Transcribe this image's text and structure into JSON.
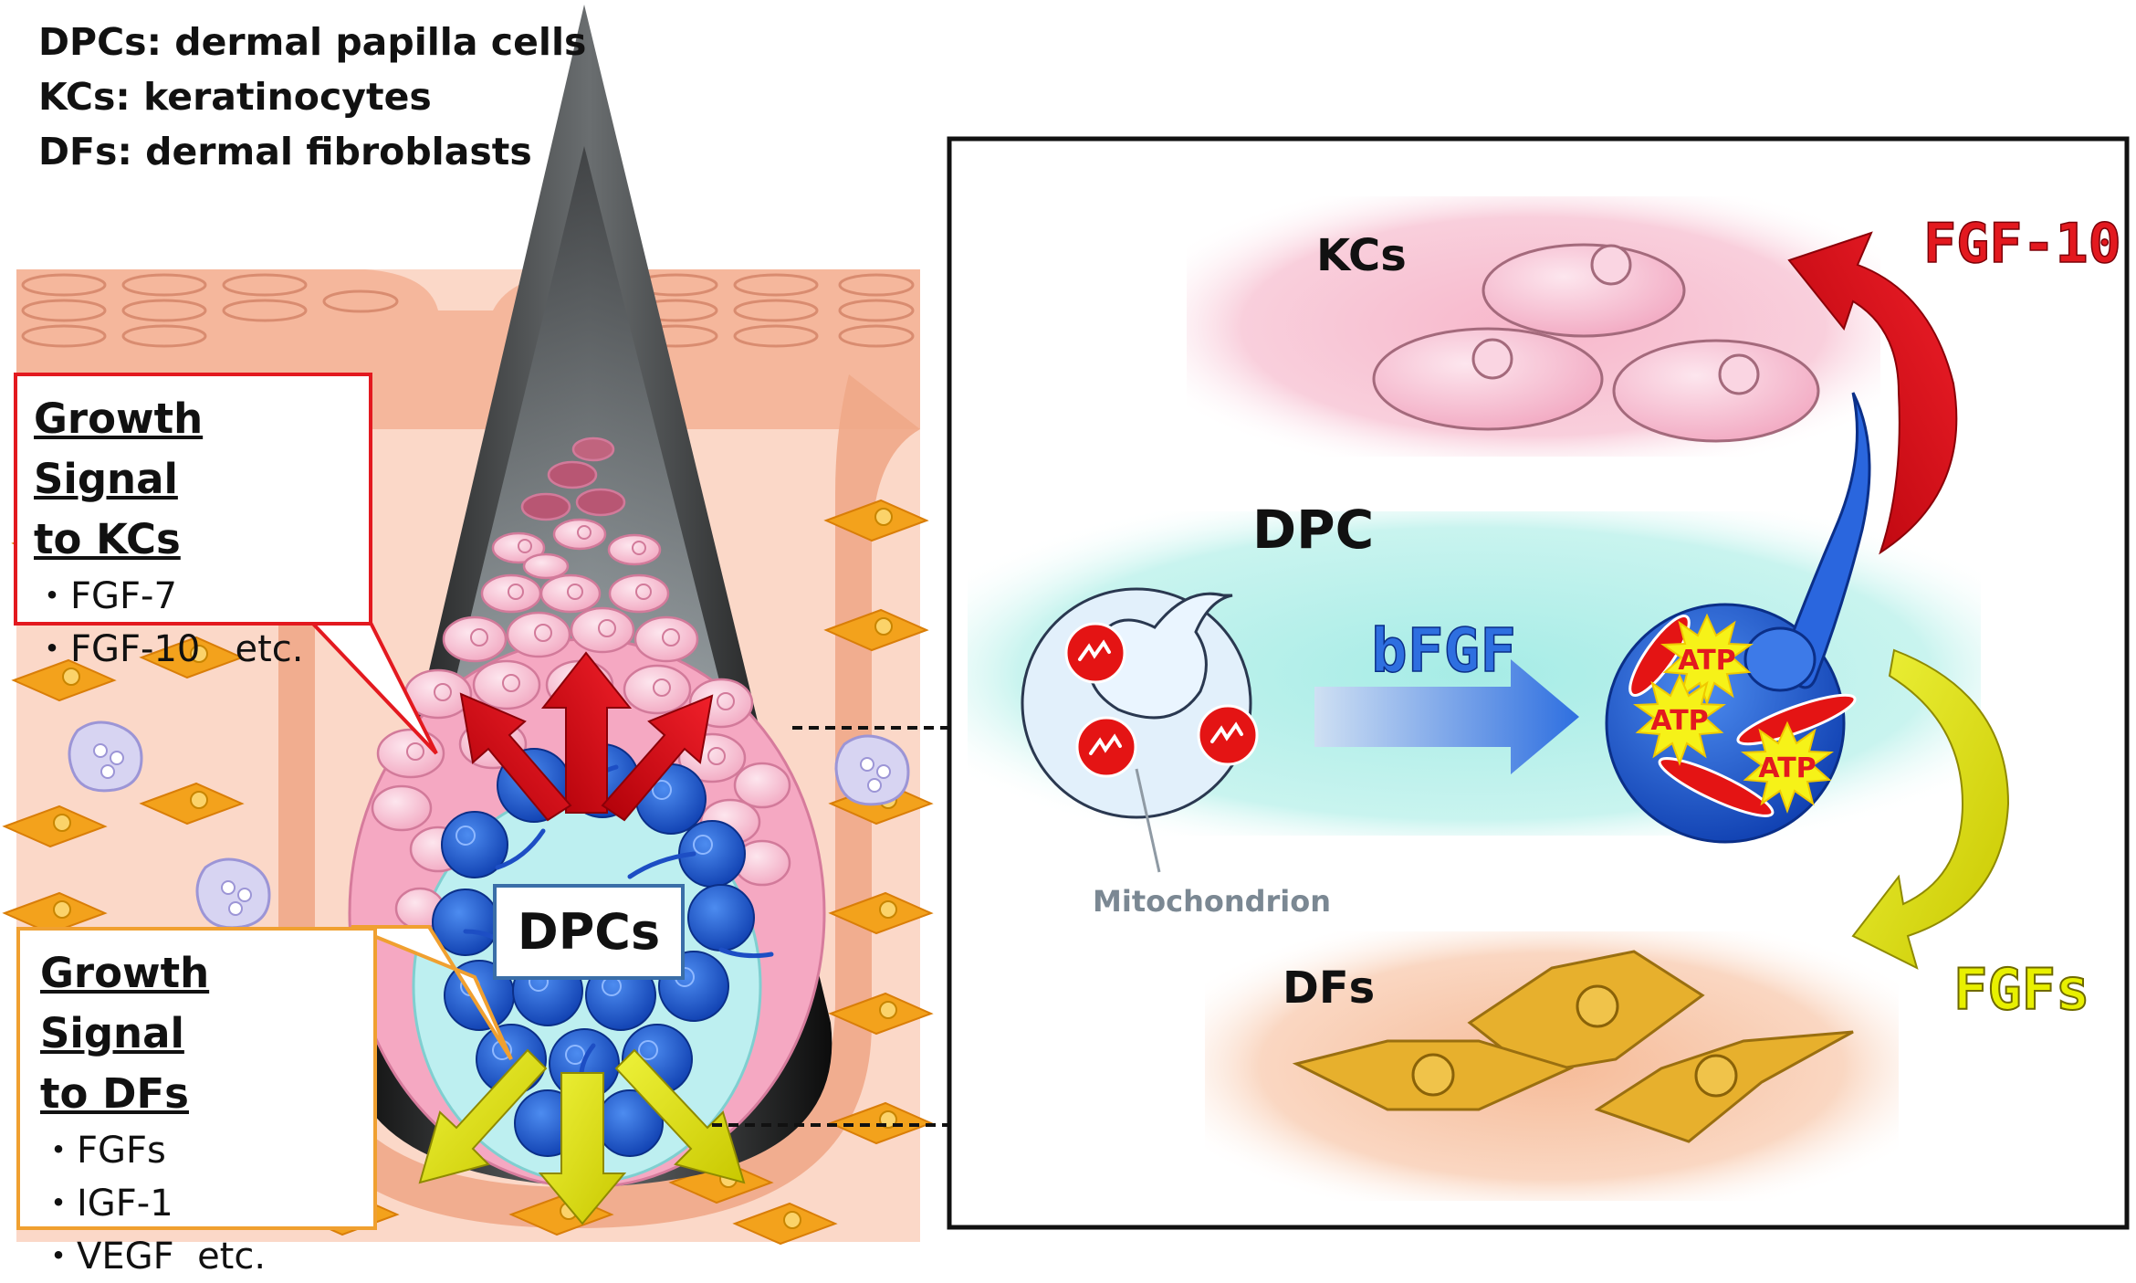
{
  "legend": [
    "DPCs: dermal papilla cells",
    "KCs: keratinocytes",
    "DFs: dermal fibroblasts"
  ],
  "callout_kcs": {
    "heading_line1": "Growth Signal",
    "heading_line2": "to KCs",
    "items": [
      "・FGF-7",
      "・FGF-10   etc."
    ]
  },
  "callout_dfs": {
    "heading_line1": "Growth Signal",
    "heading_line2": "to DFs",
    "items": [
      "・FGFs",
      "・IGF-1",
      "・VEGF  etc."
    ]
  },
  "hair_label": "DPCs",
  "inset": {
    "kcs_label": "KCs",
    "dpc_label": "DPC",
    "dfs_label": "DFs",
    "fgf10_label": "FGF-10",
    "bfgf_label": "bFGF",
    "fgfs_label": "FGFs",
    "mito_label": "Mitochondrion",
    "atp_labels": [
      "ATP",
      "ATP",
      "ATP"
    ]
  },
  "colors": {
    "red_arrow": "#e8141c",
    "yellow_arrow": "#e8f000",
    "dpc_blue": "#1f5fd6",
    "kc_pink": "#f5b8cc",
    "df_gold": "#e0a81a",
    "callout_red_border": "#e3191f",
    "callout_orange_border": "#f0a030"
  }
}
